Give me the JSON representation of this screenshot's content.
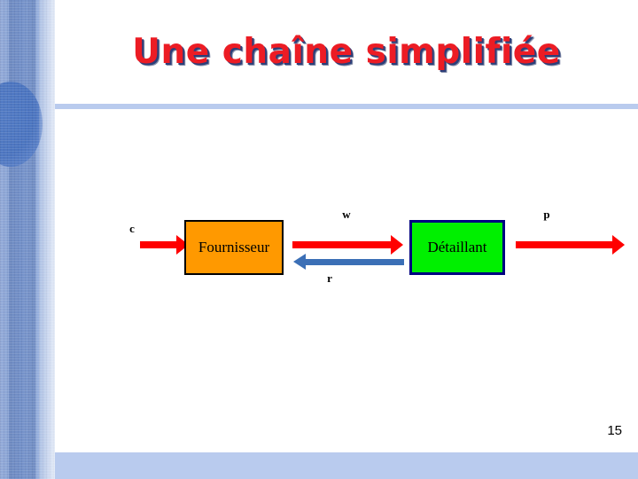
{
  "slide": {
    "title": "Une chaîne simplifiée",
    "page_number": "15",
    "accent_color": "#b9cbee",
    "title_color": "#ec1c24",
    "title_shadow_color": "#2b3f7a"
  },
  "diagram": {
    "type": "supply-chain-flow",
    "nodes": [
      {
        "id": "fournisseur",
        "label": "Fournisseur",
        "fill": "#ff9900",
        "border": "#000000"
      },
      {
        "id": "detaillant",
        "label": "Détaillant",
        "fill": "#00f000",
        "border": "#000080"
      }
    ],
    "arrows": [
      {
        "id": "c",
        "label": "c",
        "color": "#ff0000",
        "direction": "right",
        "from": "outside-left",
        "to": "fournisseur"
      },
      {
        "id": "w",
        "label": "w",
        "color": "#ff0000",
        "direction": "right",
        "from": "fournisseur",
        "to": "detaillant"
      },
      {
        "id": "r",
        "label": "r",
        "color": "#3b6fb6",
        "direction": "left",
        "from": "detaillant",
        "to": "fournisseur"
      },
      {
        "id": "p",
        "label": "p",
        "color": "#ff0000",
        "direction": "right",
        "from": "detaillant",
        "to": "outside-right"
      }
    ]
  }
}
